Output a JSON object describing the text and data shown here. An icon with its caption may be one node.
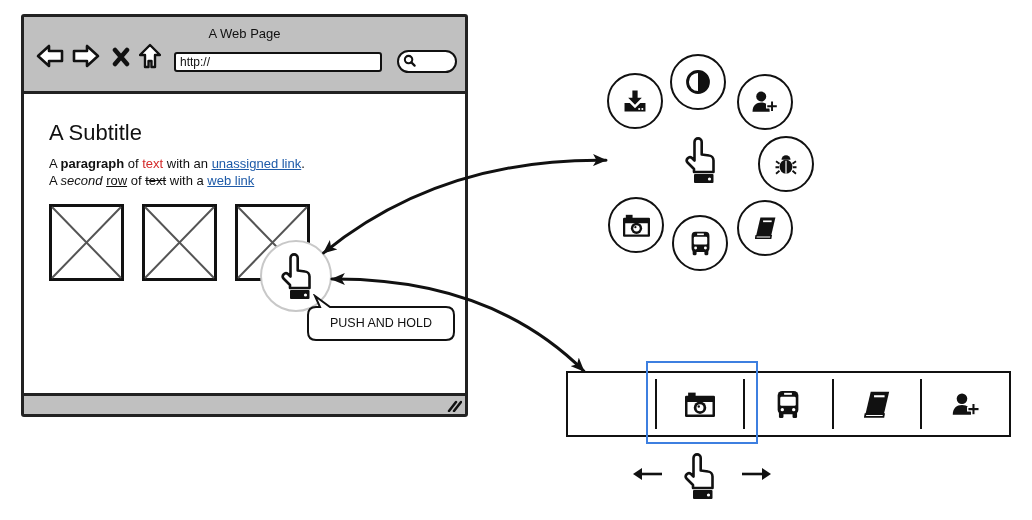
{
  "diagram": {
    "nodes": [
      {
        "text": [
          "A Web Page"
        ]
      },
      {
        "text": [],
        "shape": "circle",
        "in": 0
      },
      {
        "text": [
          "PUSH AND HOLD"
        ],
        "in": 0
      },
      {
        "text": [],
        "shape": "picture"
      },
      {
        "text": [],
        "shape": "bar"
      }
    ],
    "edges": [
      {
        "from": 1,
        "to": 3,
        "arrow": "both"
      },
      {
        "from": 1,
        "to": 4,
        "arrow": "both"
      }
    ],
    "labels": [
      "http://",
      "A Subtitle",
      "A **paragraph** of text with an unassigned link.",
      "A *second* row of text with a web link"
    ]
  }
}
